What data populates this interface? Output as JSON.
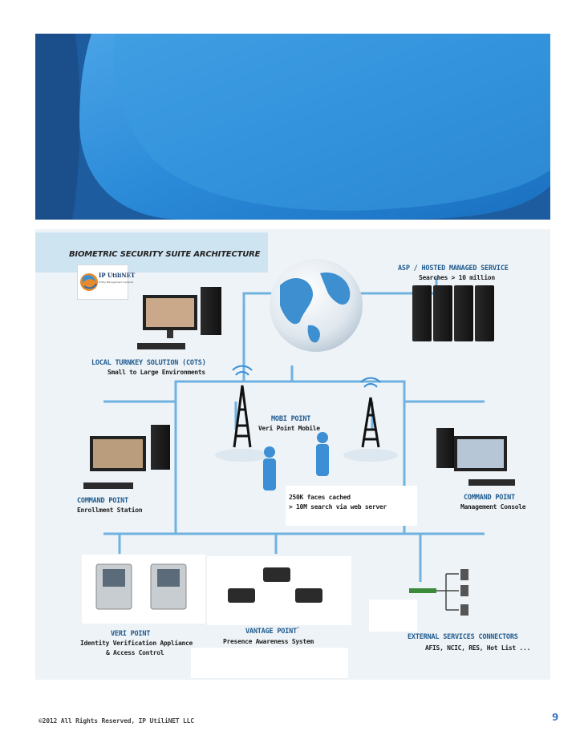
{
  "figure": {
    "title": "BIOMETRIC SECURITY SUITE ARCHITECTURE",
    "logo": {
      "name": "IP UtiliNET",
      "subtitle": "Entity Management Systems"
    },
    "nodes": {
      "asp": {
        "label": "ASP / HOSTED MANAGED SERVICE",
        "sub": "Searches > 10 million"
      },
      "local": {
        "label": "LOCAL TURNKEY SOLUTION (COTS)",
        "sub": "Small to Large Environments"
      },
      "mobi": {
        "label": "MOBI POINT",
        "sub": "Veri Point Mobile"
      },
      "cache": {
        "line1": "250K faces cached",
        "line2": "> 10M search via web server"
      },
      "enroll": {
        "label": "COMMAND POINT",
        "sub": "Enrollment Station"
      },
      "console": {
        "label": "COMMAND POINT",
        "sub": "Management Console"
      },
      "veri": {
        "label": "VERI POINT",
        "sub1": "Identity Verification Appliance",
        "sub2": "& Access Control"
      },
      "vantage": {
        "label": "VANTAGE POINT",
        "tm": "™",
        "sub": "Presence Awareness System"
      },
      "external": {
        "label": "EXTERNAL SERVICES CONNECTORS",
        "sub": "AFIS, NCIC, RES, Hot List ..."
      }
    }
  },
  "footer": {
    "copyright": "©2012 All Rights Reserved, IP UtiliNET LLC",
    "page": "9"
  },
  "colors": {
    "banner": "#2f8fd8",
    "accent": "#3a78c3",
    "label": "#1f5a8e"
  }
}
